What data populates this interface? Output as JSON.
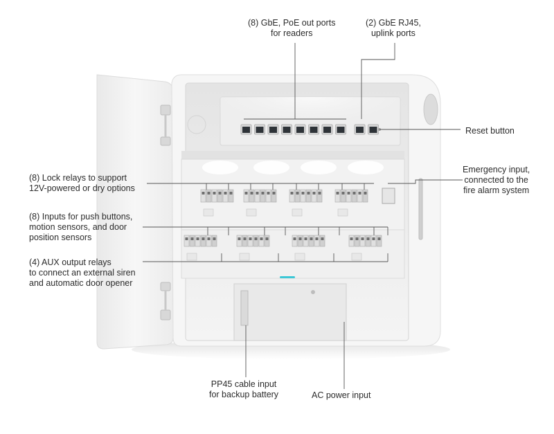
{
  "callouts": {
    "poe_ports": {
      "line1": "(8) GbE, PoE out ports",
      "line2": "for readers"
    },
    "uplink_ports": {
      "line1": "(2) GbE RJ45,",
      "line2": "uplink ports"
    },
    "reset_button": {
      "line1": "Reset button"
    },
    "emergency_input": {
      "line1": "Emergency input,",
      "line2": "connected to the",
      "line3": "fire alarm system"
    },
    "lock_relays": {
      "line1": "(8) Lock relays to support",
      "line2": "12V-powered or dry options"
    },
    "inputs": {
      "line1": "(8) Inputs for push buttons,",
      "line2": "motion sensors, and door",
      "line3": "position sensors"
    },
    "aux_relays": {
      "line1": "(4) AUX output relays",
      "line2": "to connect an external siren",
      "line3": "and automatic door opener"
    },
    "pp45_input": {
      "line1": "PP45 cable input",
      "line2": "for backup battery"
    },
    "ac_power": {
      "line1": "AC power input"
    }
  },
  "colors": {
    "enclosure": "#f6f6f6",
    "leader_line": "#555555",
    "status_led": "#3cc7d6",
    "port": "#2e3338"
  }
}
